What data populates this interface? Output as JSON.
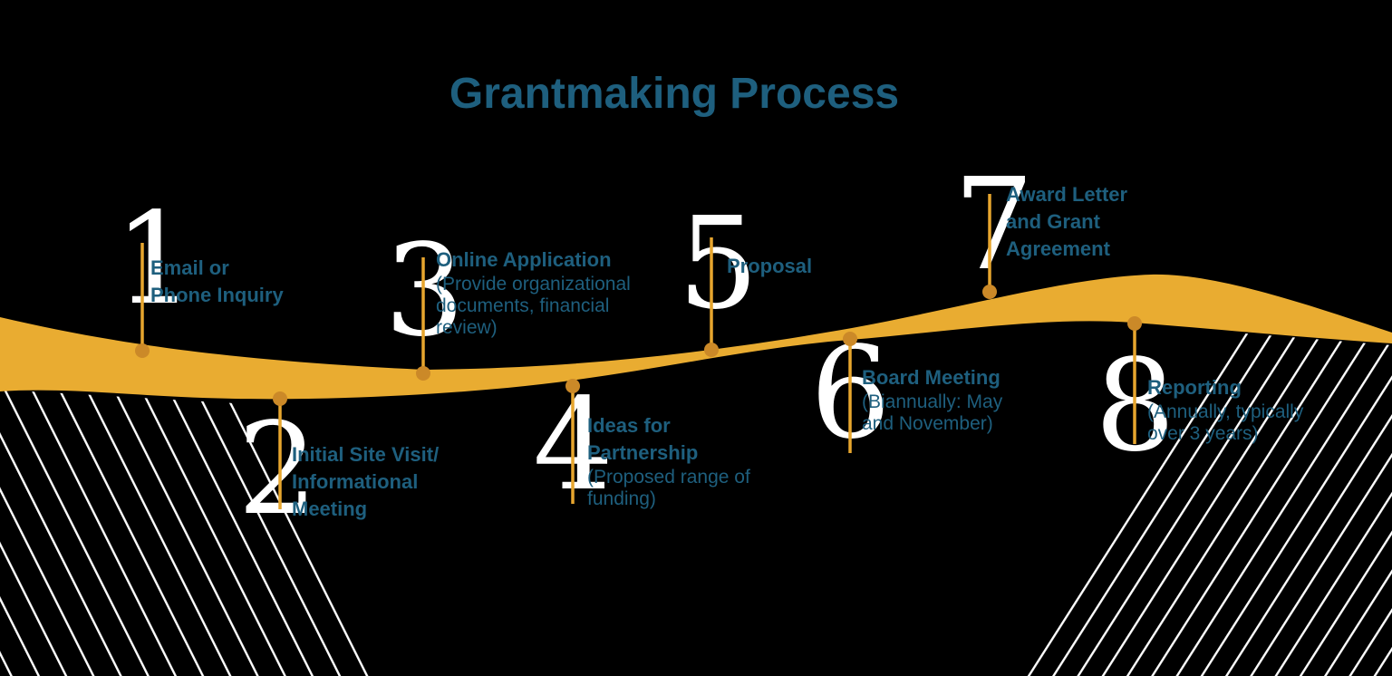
{
  "title": "Grantmaking Process",
  "colors": {
    "background": "#000000",
    "gold_ribbon": "#E9AC31",
    "stem_gold": "#E7A62E",
    "dot_orange": "#CB8928",
    "teal_text": "#1E5F7E",
    "numeral_white": "#FFFFFF",
    "hatch_white": "#FFFFFF"
  },
  "steps": [
    {
      "number": "1",
      "title_lines": [
        "Email or",
        "Phone Inquiry"
      ],
      "detail_lines": []
    },
    {
      "number": "2",
      "title_lines": [
        "Initial Site Visit/",
        "Informational",
        "Meeting"
      ],
      "detail_lines": []
    },
    {
      "number": "3",
      "title_lines": [
        "Online Application"
      ],
      "detail_lines": [
        "(Provide organizational",
        "documents, financial",
        "review)"
      ]
    },
    {
      "number": "4",
      "title_lines": [
        "Ideas for",
        "Partnership"
      ],
      "detail_lines": [
        "(Proposed range of",
        "funding)"
      ]
    },
    {
      "number": "5",
      "title_lines": [
        "Proposal"
      ],
      "detail_lines": []
    },
    {
      "number": "6",
      "title_lines": [
        "Board Meeting"
      ],
      "detail_lines": [
        "(Biannually: May",
        "and November)"
      ]
    },
    {
      "number": "7",
      "title_lines": [
        "Award Letter",
        "and Grant",
        "Agreement"
      ],
      "detail_lines": []
    },
    {
      "number": "8",
      "title_lines": [
        "Reporting"
      ],
      "detail_lines": [
        "(Annually, typically",
        "over 3 years)"
      ]
    }
  ]
}
